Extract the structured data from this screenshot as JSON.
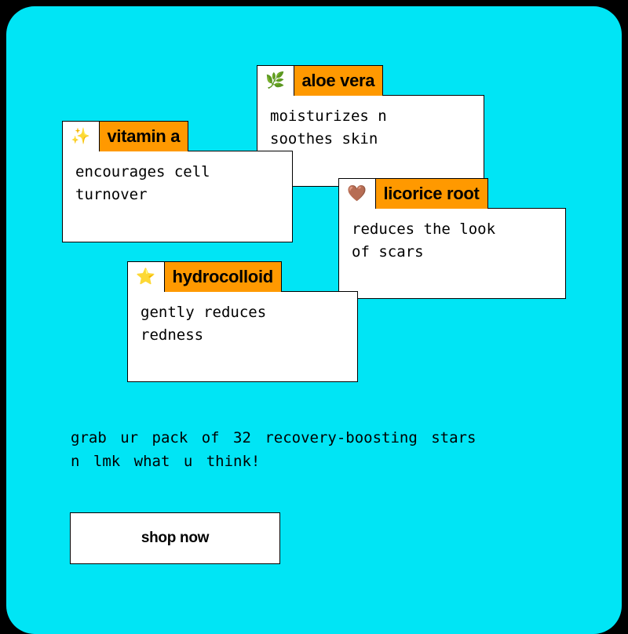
{
  "cards": [
    {
      "id": "aloe-vera",
      "icon": "🌿",
      "icon_name": "herb-icon",
      "title": "aloe vera",
      "body": "moisturizes n\nsoothes skin"
    },
    {
      "id": "vitamin-a",
      "icon": "✨",
      "icon_name": "sparkles-icon",
      "title": "vitamin a",
      "body": "encourages cell\nturnover"
    },
    {
      "id": "licorice-root",
      "icon": "🤎",
      "icon_name": "brown-heart-icon",
      "title": "licorice root",
      "body": "reduces the look\nof scars"
    },
    {
      "id": "hydrocolloid",
      "icon": "⭐",
      "icon_name": "star-icon",
      "title": "hydrocolloid",
      "body": "gently reduces\nredness"
    }
  ],
  "tagline": "grab ur pack of 32 recovery-boosting stars n lmk what u think!",
  "cta": {
    "label": "shop now"
  },
  "colors": {
    "background": "#00e5f5",
    "tag": "#ff9900",
    "card": "#ffffff",
    "frame": "#000000"
  }
}
